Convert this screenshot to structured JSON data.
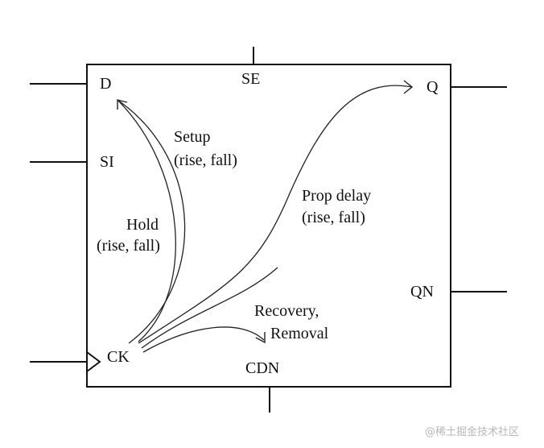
{
  "pins": {
    "d": "D",
    "se": "SE",
    "q": "Q",
    "si": "SI",
    "qn": "QN",
    "ck": "CK",
    "cdn": "CDN"
  },
  "arcs": {
    "setup": {
      "line1": "Setup",
      "line2": "(rise, fall)"
    },
    "hold": {
      "line1": "Hold",
      "line2": "(rise, fall)"
    },
    "prop_delay": {
      "line1": "Prop delay",
      "line2": "(rise, fall)"
    },
    "recovery": {
      "line1": "Recovery,",
      "line2": "Removal"
    }
  },
  "watermark": "@稀土掘金技术社区"
}
